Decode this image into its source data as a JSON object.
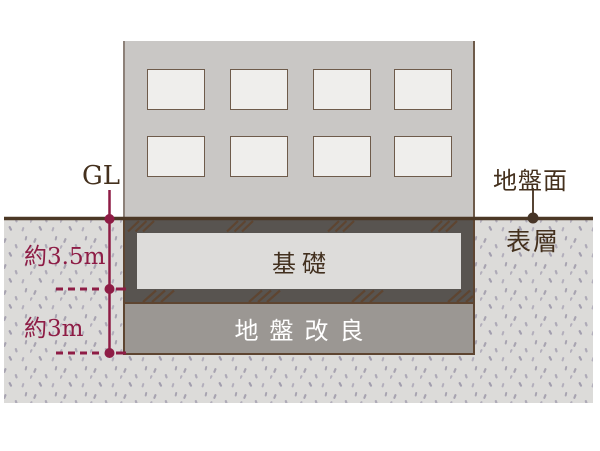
{
  "diagram": {
    "labels": {
      "gl": "GL",
      "ground_surface": "地盤面",
      "surface_layer": "表層",
      "foundation": "基礎",
      "ground_improvement": "地盤改良",
      "foundation_depth": "約3.5m",
      "improvement_depth": "約3m"
    },
    "colors": {
      "accent_maroon": "#8e1c45",
      "ground_brown": "#4c3826",
      "outline_brown": "#5e4531",
      "text_brown": "#44301d",
      "building_gray": "#c9c7c5",
      "window_fill": "#efeeec",
      "dark_band_gray": "#585450",
      "foundation_fill": "#dddcda",
      "improvement_fill": "#9b9793",
      "soil_fill": "#dcdbd9",
      "speckle_gray": "#a8a4b1"
    }
  }
}
